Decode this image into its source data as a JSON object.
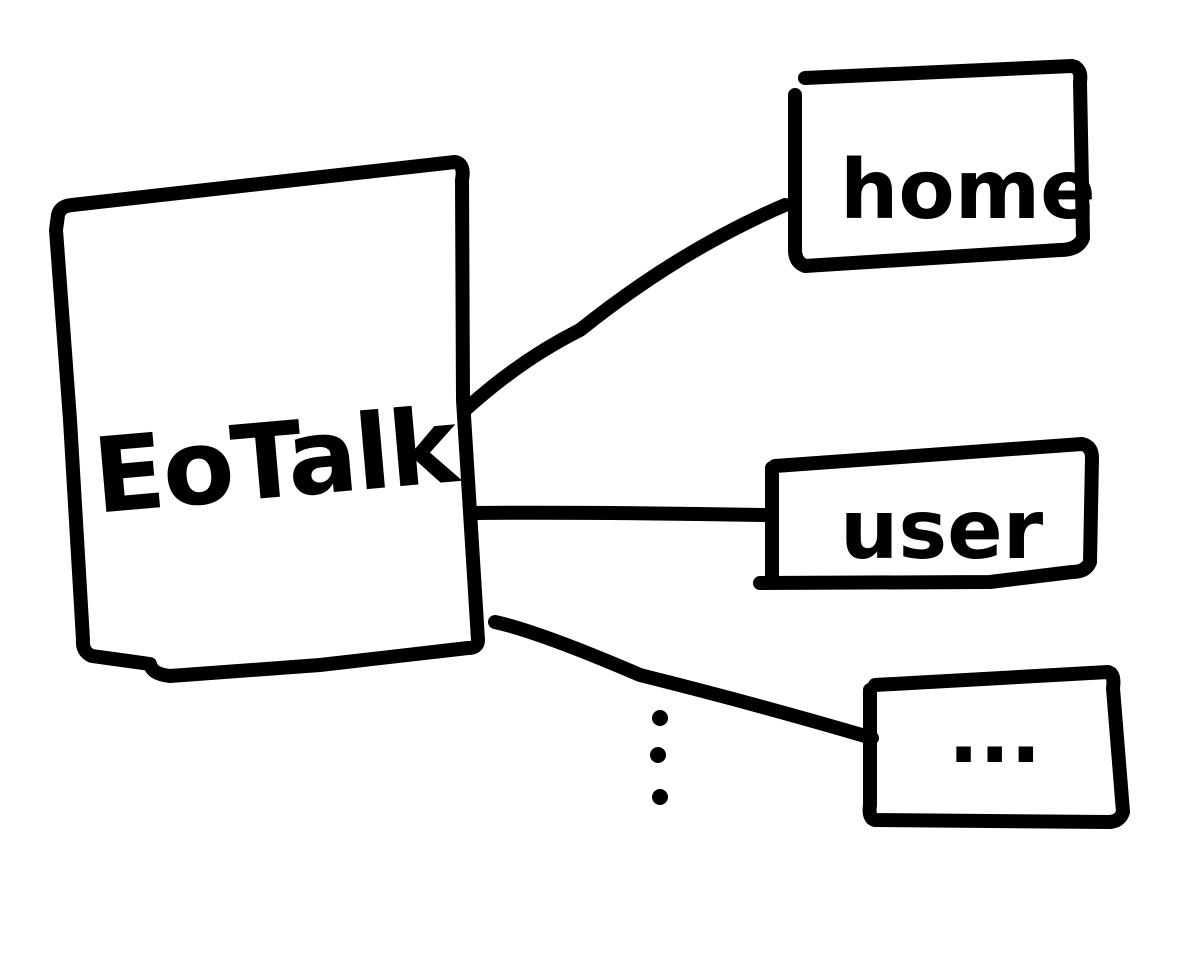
{
  "diagram": {
    "root": {
      "label": "EoTalk"
    },
    "children": [
      {
        "label": "home"
      },
      {
        "label": "user"
      },
      {
        "label": "..."
      }
    ],
    "continuation": "vertical-ellipsis"
  }
}
